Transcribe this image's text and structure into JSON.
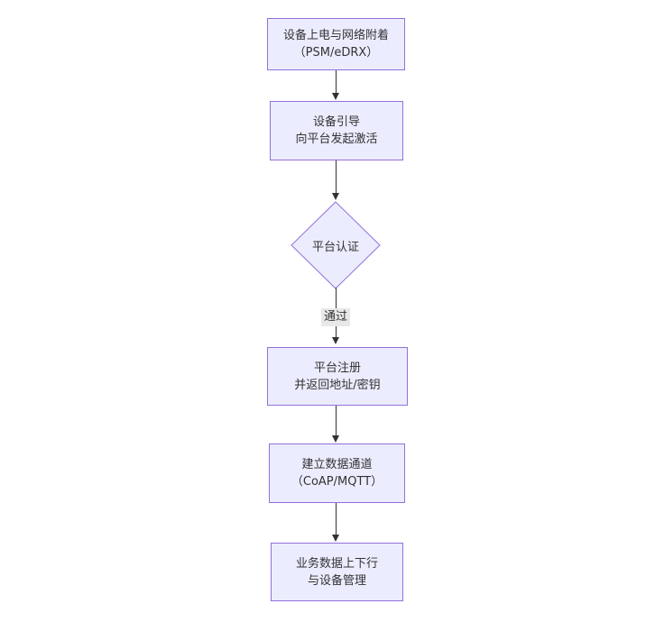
{
  "nodes": {
    "power": {
      "line1": "设备上电与网络附着",
      "line2": "（PSM/eDRX）"
    },
    "bootstrap": {
      "line1": "设备引导",
      "line2": "向平台发起激活"
    },
    "auth": {
      "label": "平台认证"
    },
    "register": {
      "line1": "平台注册",
      "line2": "并返回地址/密钥"
    },
    "channel": {
      "line1": "建立数据通道",
      "line2": "（CoAP/MQTT）"
    },
    "service": {
      "line1": "业务数据上下行",
      "line2": "与设备管理"
    }
  },
  "edges": {
    "auth_pass_label": "通过"
  },
  "colors": {
    "node_fill": "#ECECFF",
    "node_border": "#9370DB",
    "text": "#333333",
    "connector": "#333333",
    "edge_label_bg": "#E8E8E8",
    "background": "#FFFFFF"
  }
}
